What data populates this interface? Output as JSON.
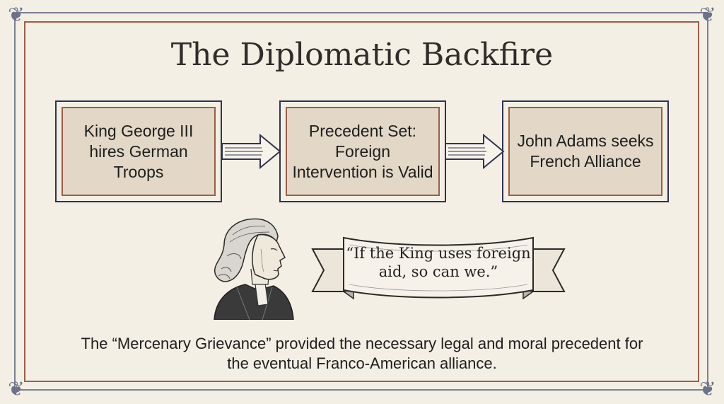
{
  "title": "The Diplomatic Backfire",
  "flow": [
    {
      "label": "King George III hires German Troops"
    },
    {
      "label": "Precedent Set: Foreign Intervention is Valid"
    },
    {
      "label": "John Adams seeks French Alliance"
    }
  ],
  "quote": "“If the King uses foreign aid, so can we.”",
  "caption": "The “Mercenary Grievance” provided the necessary legal and moral precedent for the eventual Franco-American alliance.",
  "colors": {
    "background": "#f3efe4",
    "box_fill": "#e3d8c7",
    "navy": "#2f3350",
    "rust": "#9a5f48"
  },
  "icons": [
    "ornament-corner-icon",
    "right-arrow-icon",
    "portrait-illustration",
    "ribbon-banner"
  ]
}
